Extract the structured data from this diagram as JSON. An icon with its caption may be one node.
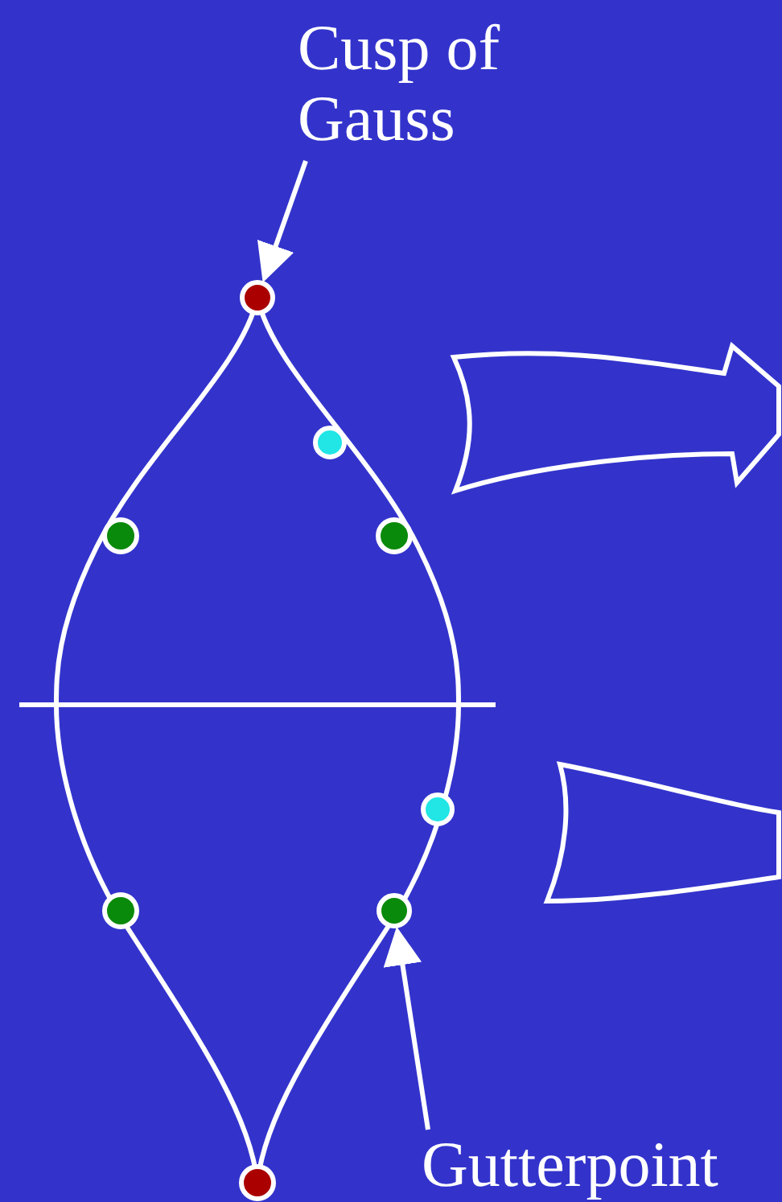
{
  "diagram": {
    "nodes": [
      {
        "text": [
          "Cusp of Gauss"
        ]
      },
      {
        "text": [],
        "shape": "circle"
      },
      {
        "text": [],
        "shape": "circle"
      },
      {
        "text": [
          "Gutterpoint"
        ]
      }
    ],
    "edges": [
      {
        "from": 0,
        "to": 1,
        "arrow": "to"
      },
      {
        "from": 3,
        "to": 2,
        "arrow": "to"
      }
    ]
  }
}
